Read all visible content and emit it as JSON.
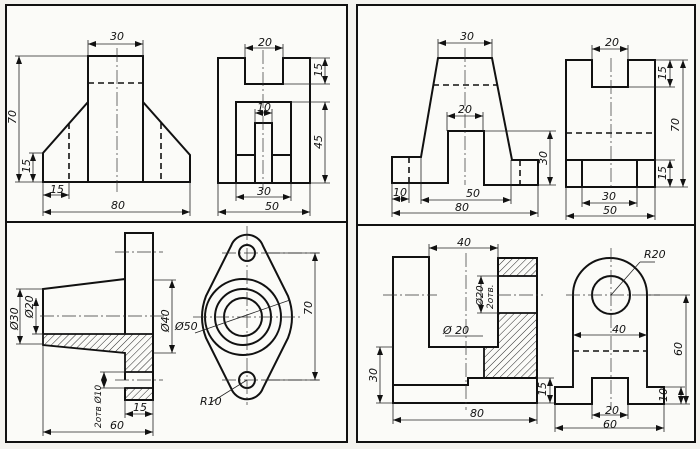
{
  "panel_top_left": {
    "labels": [
      "30",
      "70",
      "15",
      "15",
      "80",
      "20",
      "10",
      "15",
      "45",
      "30",
      "50"
    ]
  },
  "panel_top_right": {
    "labels": [
      "30",
      "20",
      "30",
      "10",
      "50",
      "80",
      "20",
      "15",
      "70",
      "15",
      "30",
      "50"
    ]
  },
  "panel_bottom_left": {
    "labels": [
      "Ø30",
      "Ø20",
      "Ø40",
      "2отв Ø10",
      "15",
      "60",
      "Ø50",
      "70",
      "R10"
    ]
  },
  "panel_bottom_right": {
    "labels": [
      "40",
      "Ø20",
      "2отв.",
      "Ø 20",
      "30",
      "15",
      "80",
      "R20",
      "40",
      "60",
      "10",
      "20",
      "60"
    ]
  }
}
